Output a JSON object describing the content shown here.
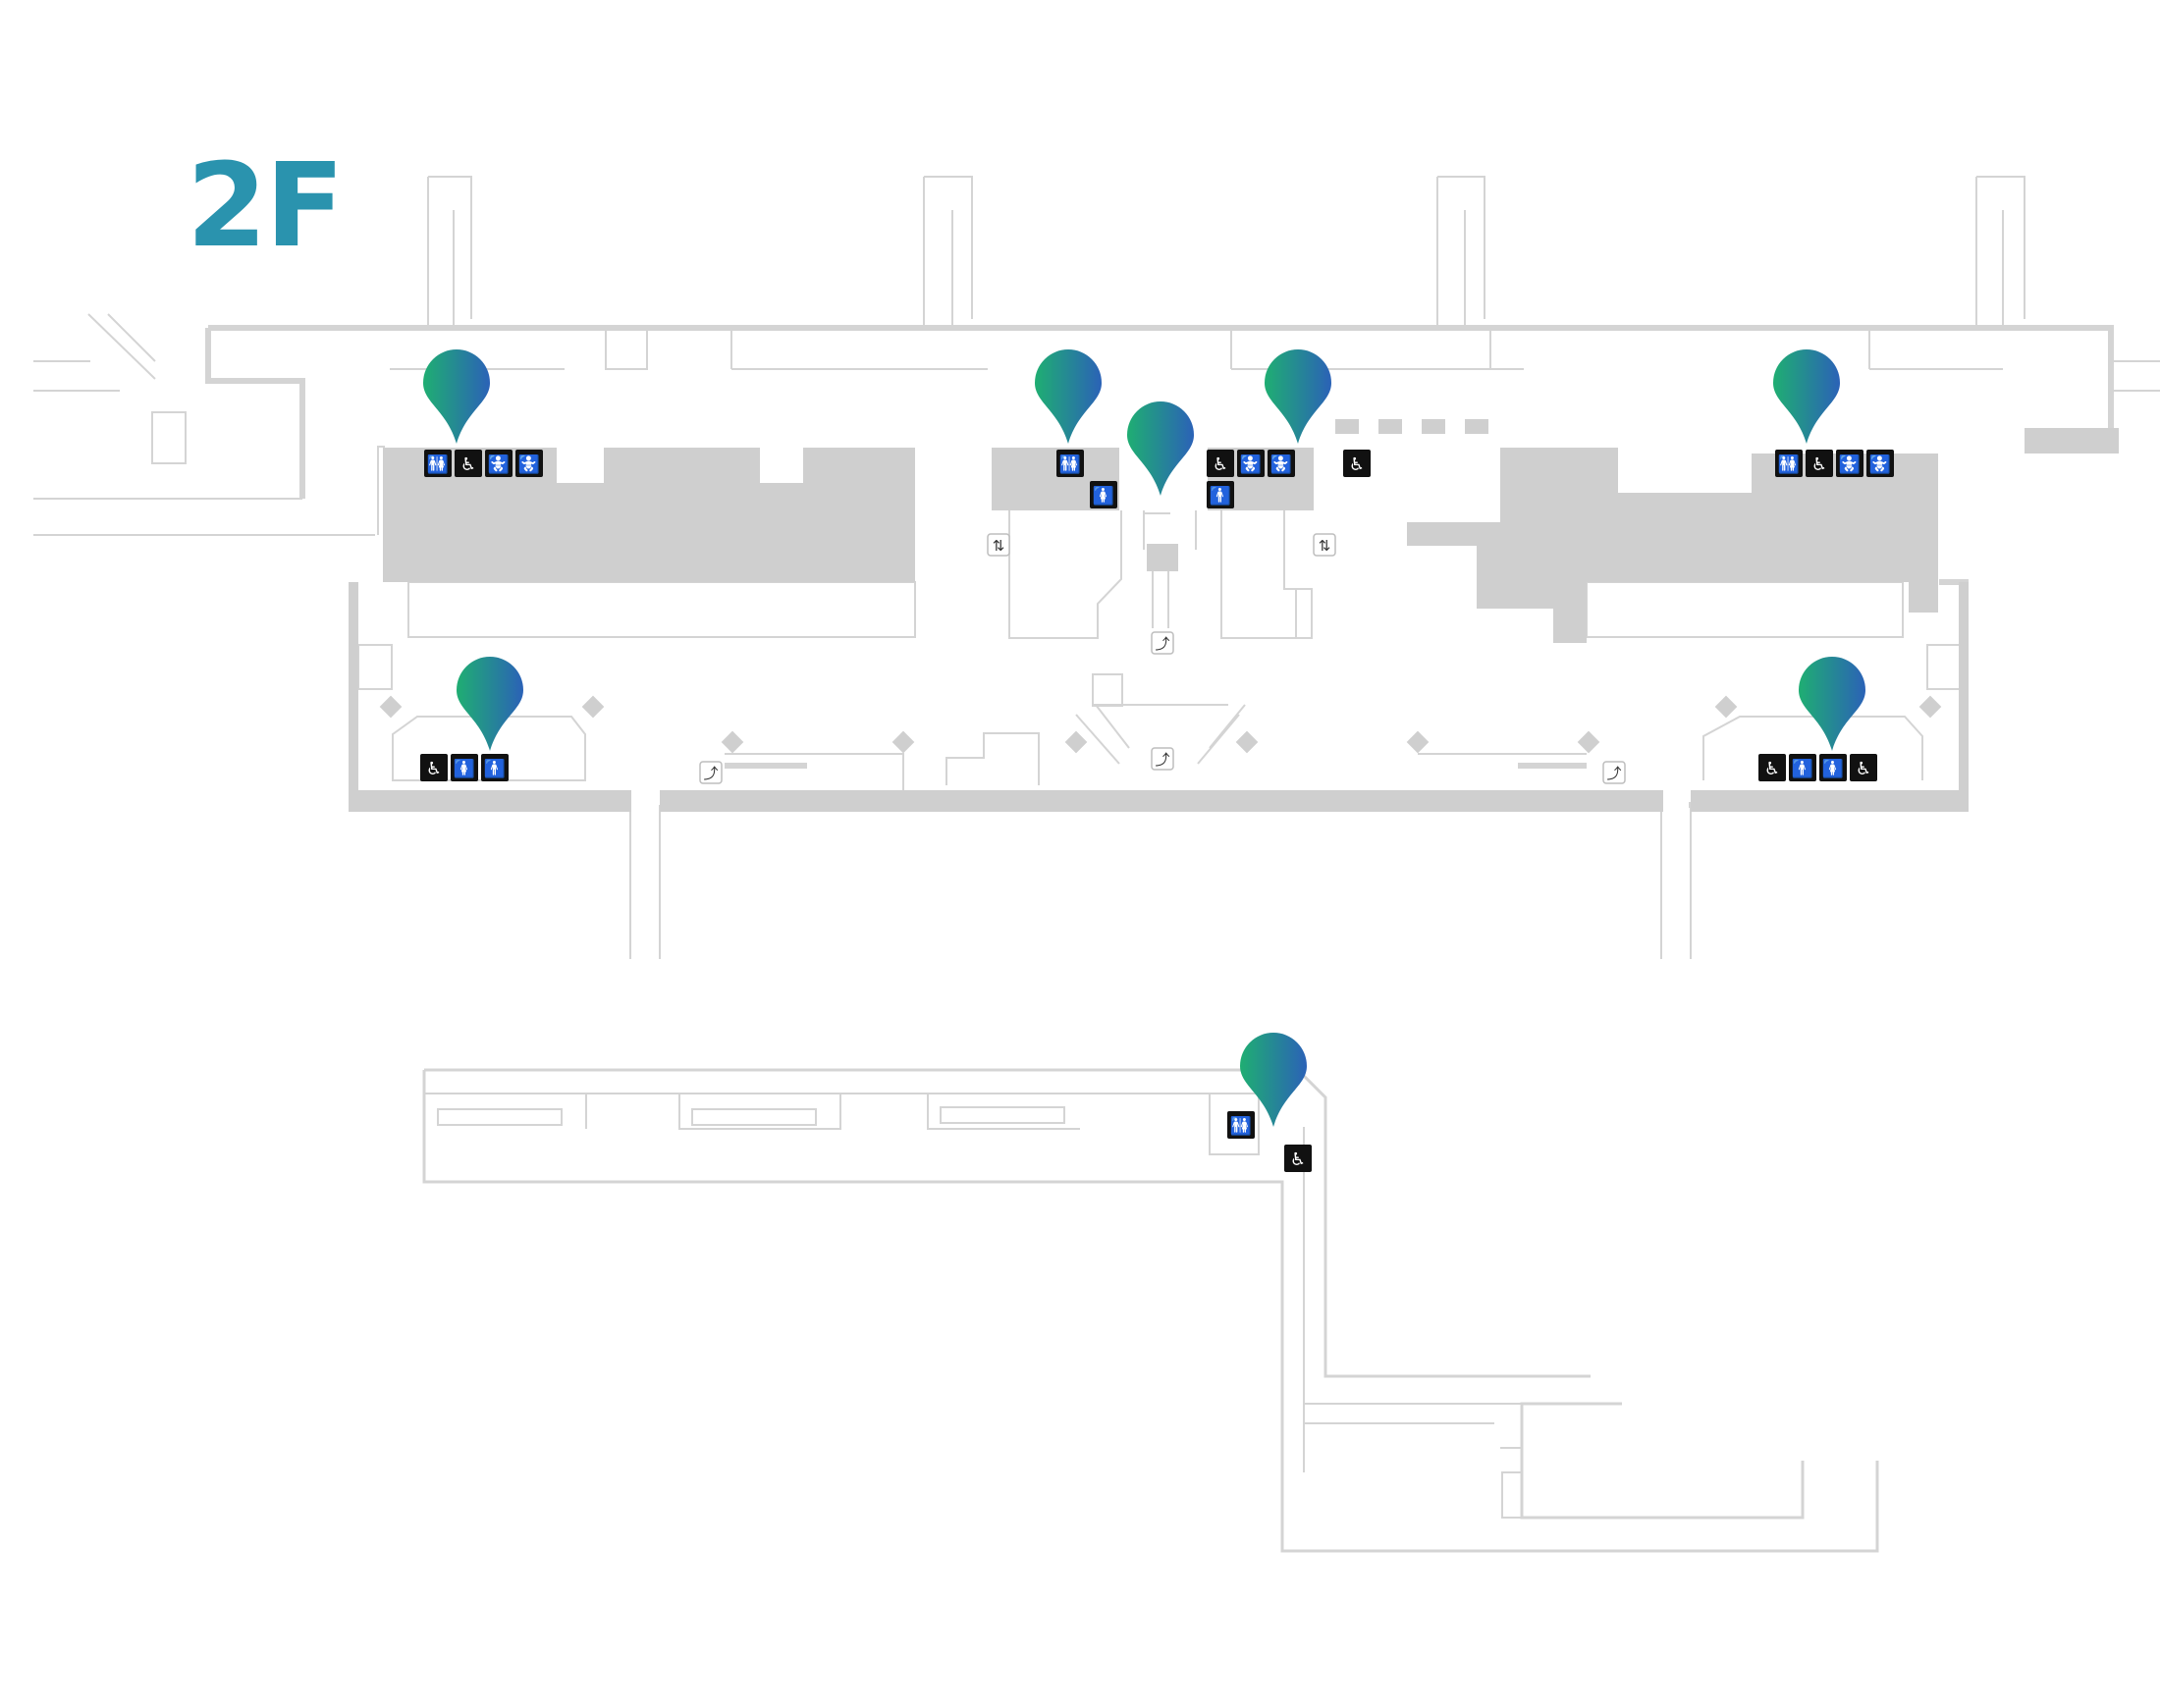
{
  "floor": {
    "label": "2F"
  },
  "colors": {
    "accent": "#2a93ae",
    "pin_start": "#1fae72",
    "pin_end": "#2b62b7",
    "wall": "#d4d4d4",
    "room_fill": "#cfcfcf",
    "icon_bg": "#111111"
  },
  "icon_glyphs": {
    "restroom": "🚻",
    "accessible": "♿",
    "baby-care": "🚼",
    "male": "🚹",
    "female": "🚺",
    "elevator": "⇅",
    "escalator": "⤴"
  },
  "markers": [
    {
      "id": "west-upper",
      "icons": [
        "restroom",
        "accessible",
        "baby-care",
        "baby-care"
      ]
    },
    {
      "id": "center-left",
      "icons": [
        "restroom",
        "female"
      ]
    },
    {
      "id": "center",
      "icons": []
    },
    {
      "id": "center-right",
      "icons": [
        "accessible",
        "baby-care",
        "baby-care",
        "accessible",
        "male"
      ]
    },
    {
      "id": "east-upper",
      "icons": [
        "restroom",
        "accessible",
        "baby-care",
        "baby-care"
      ]
    },
    {
      "id": "west-lower",
      "icons": [
        "accessible",
        "female",
        "male"
      ]
    },
    {
      "id": "east-lower",
      "icons": [
        "accessible",
        "male",
        "female",
        "accessible"
      ]
    },
    {
      "id": "south",
      "icons": [
        "restroom",
        "accessible"
      ]
    }
  ],
  "facilities": [
    "elevator",
    "elevator",
    "escalator",
    "escalator",
    "escalator",
    "escalator"
  ]
}
